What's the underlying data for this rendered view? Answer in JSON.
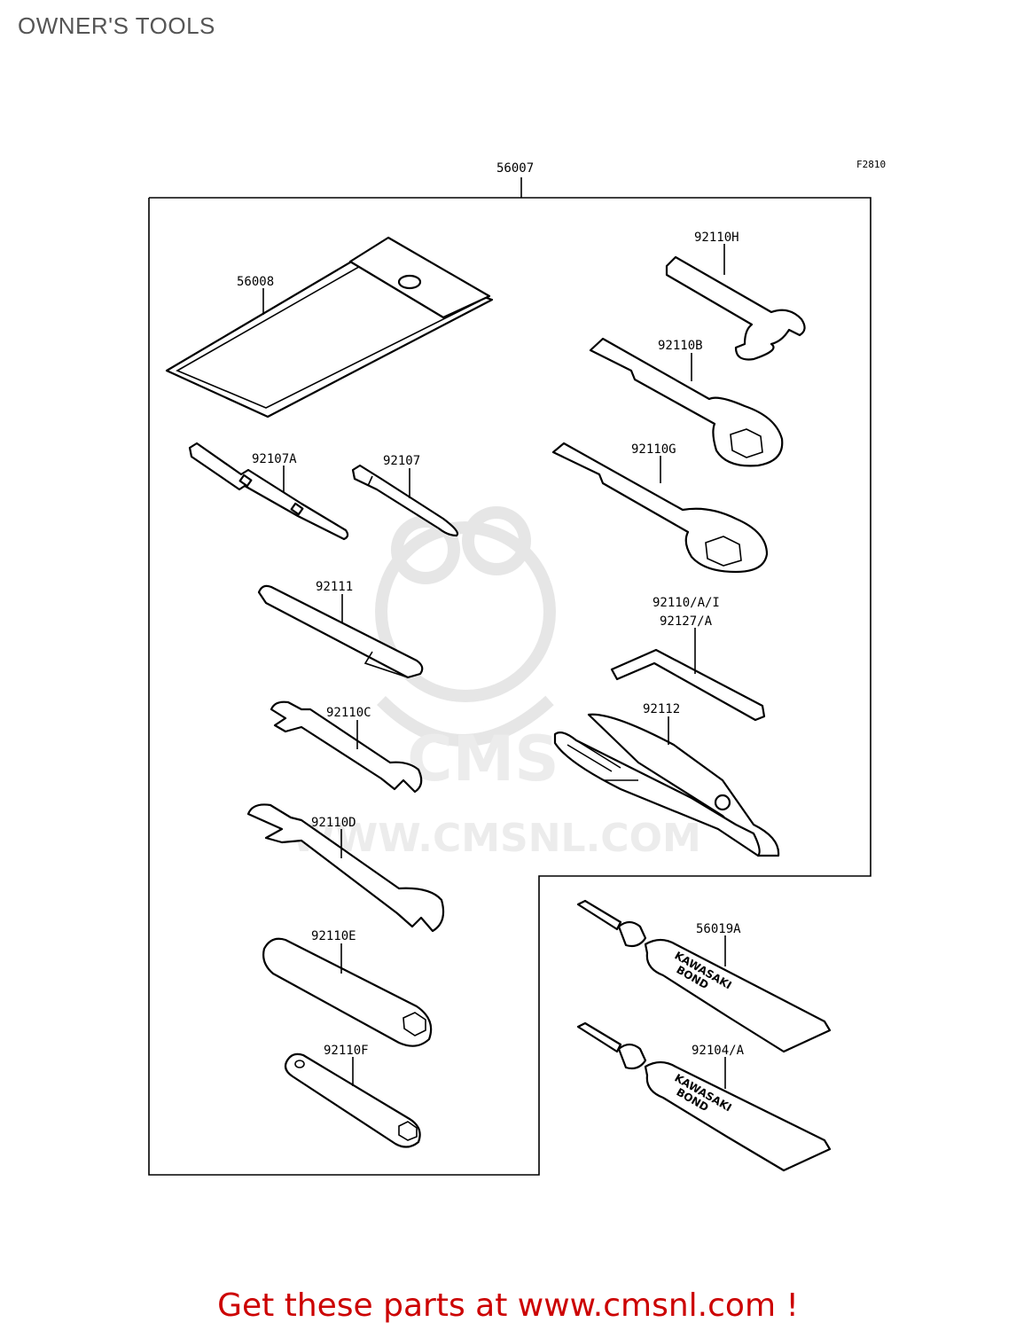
{
  "page": {
    "title": "OWNER'S TOOLS"
  },
  "diagram": {
    "figure_code": "F2810",
    "watermark_text": "WWW.CMSNL.COM",
    "watermark_logo": "CMS",
    "tube_label_line1": "KAWASAKI",
    "tube_label_line2": "BOND",
    "parts": [
      {
        "id": "56007",
        "label": "56007"
      },
      {
        "id": "56008",
        "label": "56008"
      },
      {
        "id": "92110H",
        "label": "92110H"
      },
      {
        "id": "92110B",
        "label": "92110B"
      },
      {
        "id": "92107A",
        "label": "92107A"
      },
      {
        "id": "92107",
        "label": "92107"
      },
      {
        "id": "92110G",
        "label": "92110G"
      },
      {
        "id": "92111",
        "label": "92111"
      },
      {
        "id": "92110AI",
        "label": "92110/A/I"
      },
      {
        "id": "92127A",
        "label": "92127/A"
      },
      {
        "id": "92110C",
        "label": "92110C"
      },
      {
        "id": "92112",
        "label": "92112"
      },
      {
        "id": "92110D",
        "label": "92110D"
      },
      {
        "id": "56019A",
        "label": "56019A"
      },
      {
        "id": "92110E",
        "label": "92110E"
      },
      {
        "id": "92104A",
        "label": "92104/A"
      },
      {
        "id": "92110F",
        "label": "92110F"
      }
    ]
  },
  "footer": {
    "promo_text": "Get these parts at www.cmsnl.com !"
  }
}
